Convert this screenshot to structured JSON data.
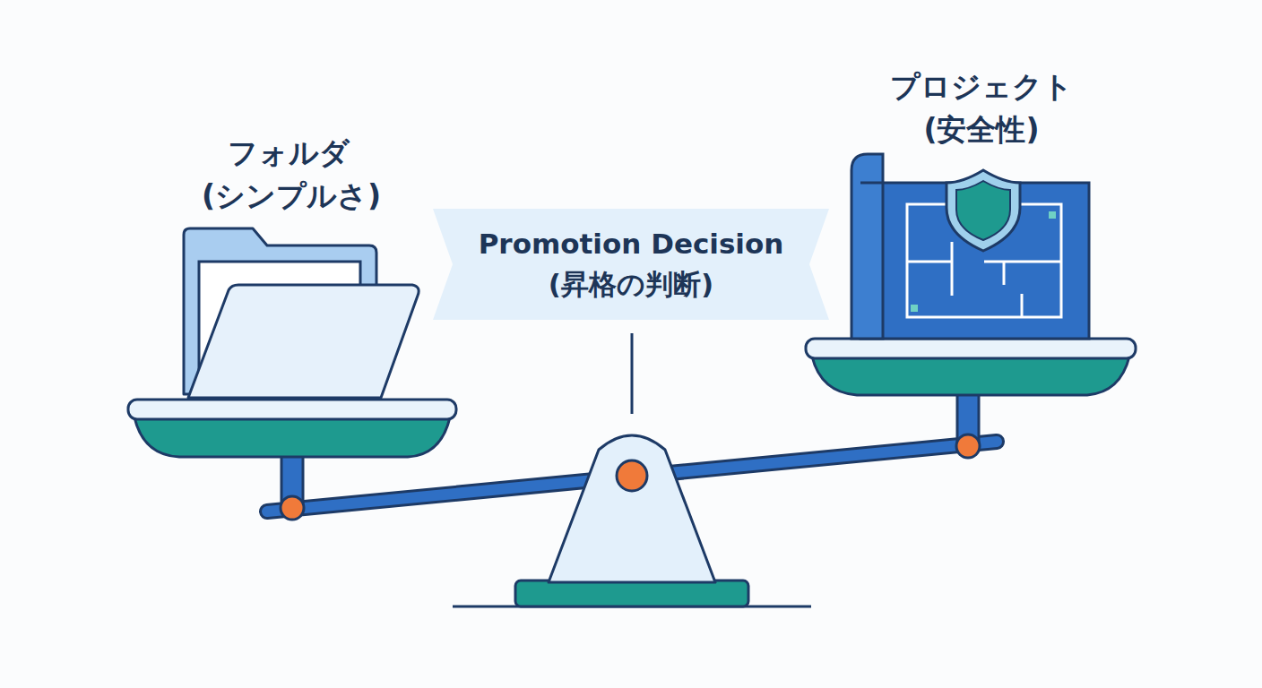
{
  "diagram": {
    "nodes": [
      {
        "text": [
          "Promotion Decision",
          "(昇格の判断)"
        ]
      }
    ],
    "labels": [
      "フォルダ",
      "(シンプルさ)",
      "プロジェクト",
      "(安全性)"
    ]
  }
}
